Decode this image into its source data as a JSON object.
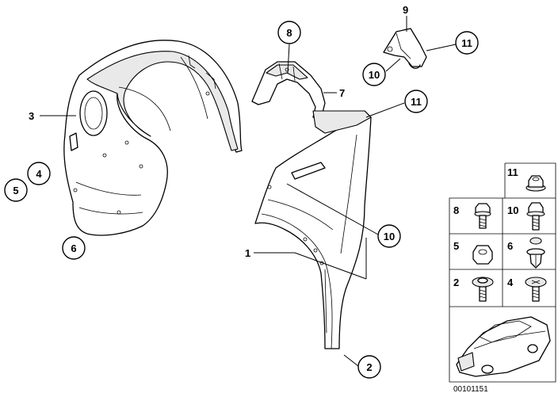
{
  "callouts": {
    "c9": "9",
    "c8": "8",
    "c11a": "11",
    "c10a": "10",
    "c7": "7",
    "c3": "3",
    "c11b": "11",
    "c4": "4",
    "c5": "5",
    "c6": "6",
    "c10b": "10",
    "c1": "1",
    "c2": "2"
  },
  "parts_table": {
    "cells": [
      "11",
      "8",
      "10",
      "5",
      "6",
      "2",
      "4"
    ]
  },
  "diagram_code": "00101151"
}
